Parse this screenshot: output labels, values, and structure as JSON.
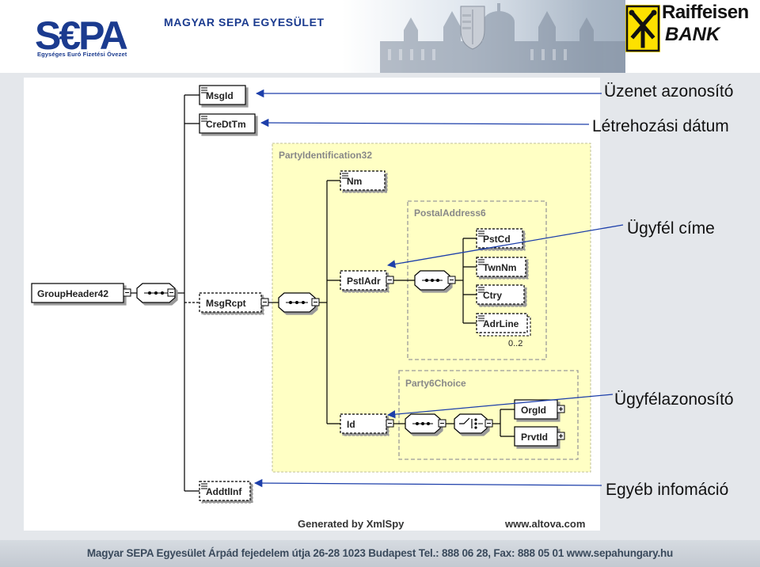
{
  "header": {
    "logo_text": "S€PA",
    "logo_subtitle": "Egységes Euró Fizetési Övezet",
    "association_name": "MAGYAR SEPA EGYESÜLET",
    "bank_name_line1": "Raiffeisen",
    "bank_name_line2": "BANK"
  },
  "diagram": {
    "root": "GroupHeader42",
    "elements": {
      "msgid": "MsgId",
      "credttm": "CreDtTm",
      "msgrcpt": "MsgRcpt",
      "addtlinf": "AddtlInf",
      "nm": "Nm",
      "pstladr": "PstlAdr",
      "pstcd": "PstCd",
      "twnnm": "TwnNm",
      "ctry": "Ctry",
      "adrline": "AdrLine",
      "id": "Id",
      "orgid": "OrgId",
      "prvtid": "PrvtId"
    },
    "groups": {
      "party_identification": "PartyIdentification32",
      "postal_address": "PostalAddress6",
      "party_choice": "Party6Choice"
    },
    "cardinality_adrline": "0..2",
    "generated_by": "Generated by XmlSpy",
    "generator_url": "www.altova.com"
  },
  "annotations": {
    "message_id": "Üzenet azonosító",
    "creation_date": "Létrehozási dátum",
    "customer_address": "Ügyfél címe",
    "customer_identifier": "Ügyfélazonosító",
    "other_information": "Egyéb infomáció"
  },
  "footer": {
    "text": "Magyar SEPA Egyesület Árpád fejedelem útja 26-28 1023 Budapest Tel.: 888 06 28, Fax: 888 05 01 www.sepahungary.hu"
  },
  "colors": {
    "sepa_blue": "#1b3b8f",
    "sepa_red": "#d7261e",
    "schema_yellow": "#ffffc4",
    "arrow_blue": "#1d3faa"
  }
}
